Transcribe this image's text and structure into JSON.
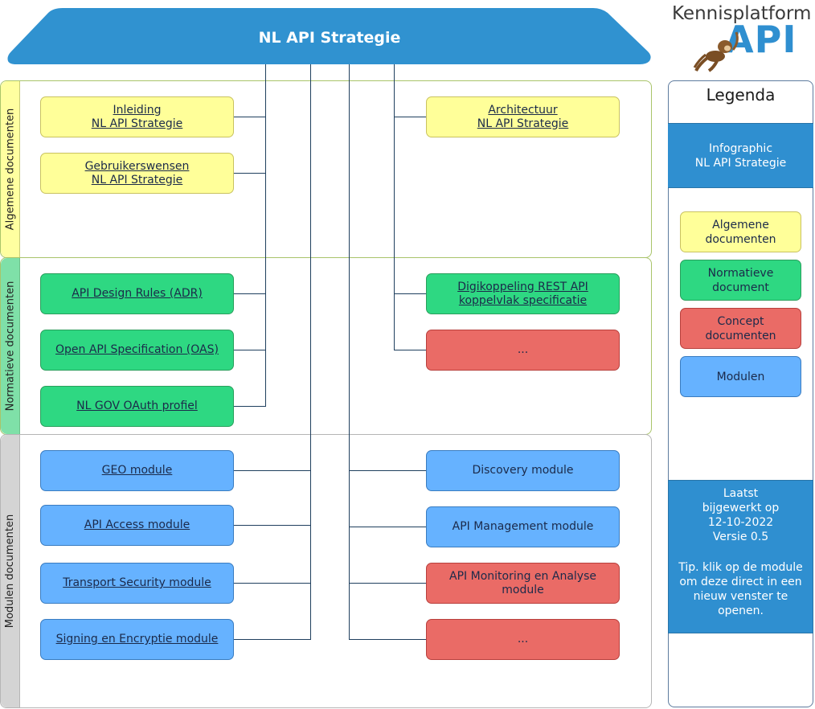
{
  "header": {
    "title": "NL API Strategie"
  },
  "logo": {
    "text": "Kennisplatform",
    "api": "API"
  },
  "sections": {
    "algemene": "Algemene documenten",
    "normatieve": "Normatieve documenten",
    "modulen": "Modulen documenten"
  },
  "boxes": {
    "inleiding": "Inleiding \nNL API Strategie",
    "gebruikerswensen": "Gebruikerswensen \nNL API Strategie",
    "architectuur": "Architectuur \nNL API Strategie",
    "adr": "API Design Rules (ADR)",
    "oas": "Open API Specification (OAS)",
    "oauth": "NL GOV OAuth profiel",
    "digikoppeling": "Digikoppeling REST API\nkoppelvlak specificatie",
    "normatief_more": "...",
    "geo": "GEO module",
    "access": "API Access module",
    "transport": "Transport Security module",
    "signing": "Signing en Encryptie module",
    "discovery": "Discovery module",
    "management": "API Management module",
    "monitoring": "API Monitoring en Analyse\nmodule",
    "modules_more": "..."
  },
  "legend": {
    "title": "Legenda",
    "banner": "Infographic\nNL API Strategie",
    "algemene": "Algemene\ndocumenten",
    "normatieve": "Normatieve\ndocument",
    "concept": "Concept\ndocumenten",
    "modulen": "Modulen",
    "updated": "Laatst\nbijgewerkt op\n12-10-2022\nVersie 0.5",
    "tip": "Tip. klik op de module\nom deze direct in een\nnieuw venster te\nopenen."
  },
  "colors": {
    "header": "#3092d0",
    "yellow": "#ffff99",
    "green": "#2ed882",
    "red": "#ea6b66",
    "blue": "#66b2ff"
  }
}
